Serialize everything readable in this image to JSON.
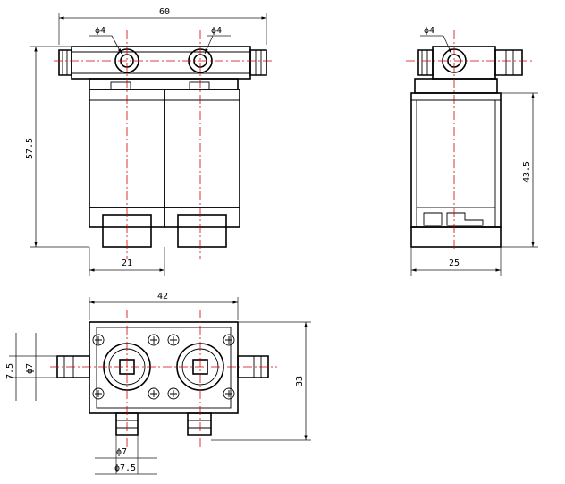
{
  "dimensions": {
    "front_width": "60",
    "front_height": "57.5",
    "front_pitch": "21",
    "front_port_left": "ϕ4",
    "front_port_right": "ϕ4",
    "side_port": "ϕ4",
    "side_height": "43.5",
    "side_width": "25",
    "top_width": "42",
    "top_height": "33",
    "top_port_outer": "7.5",
    "top_port_inner": "ϕ7",
    "bottom_port_inner": "ϕ7",
    "bottom_port_outer": "ϕ7.5"
  },
  "colors": {
    "outline": "#000000",
    "centerline": "#d40000"
  }
}
